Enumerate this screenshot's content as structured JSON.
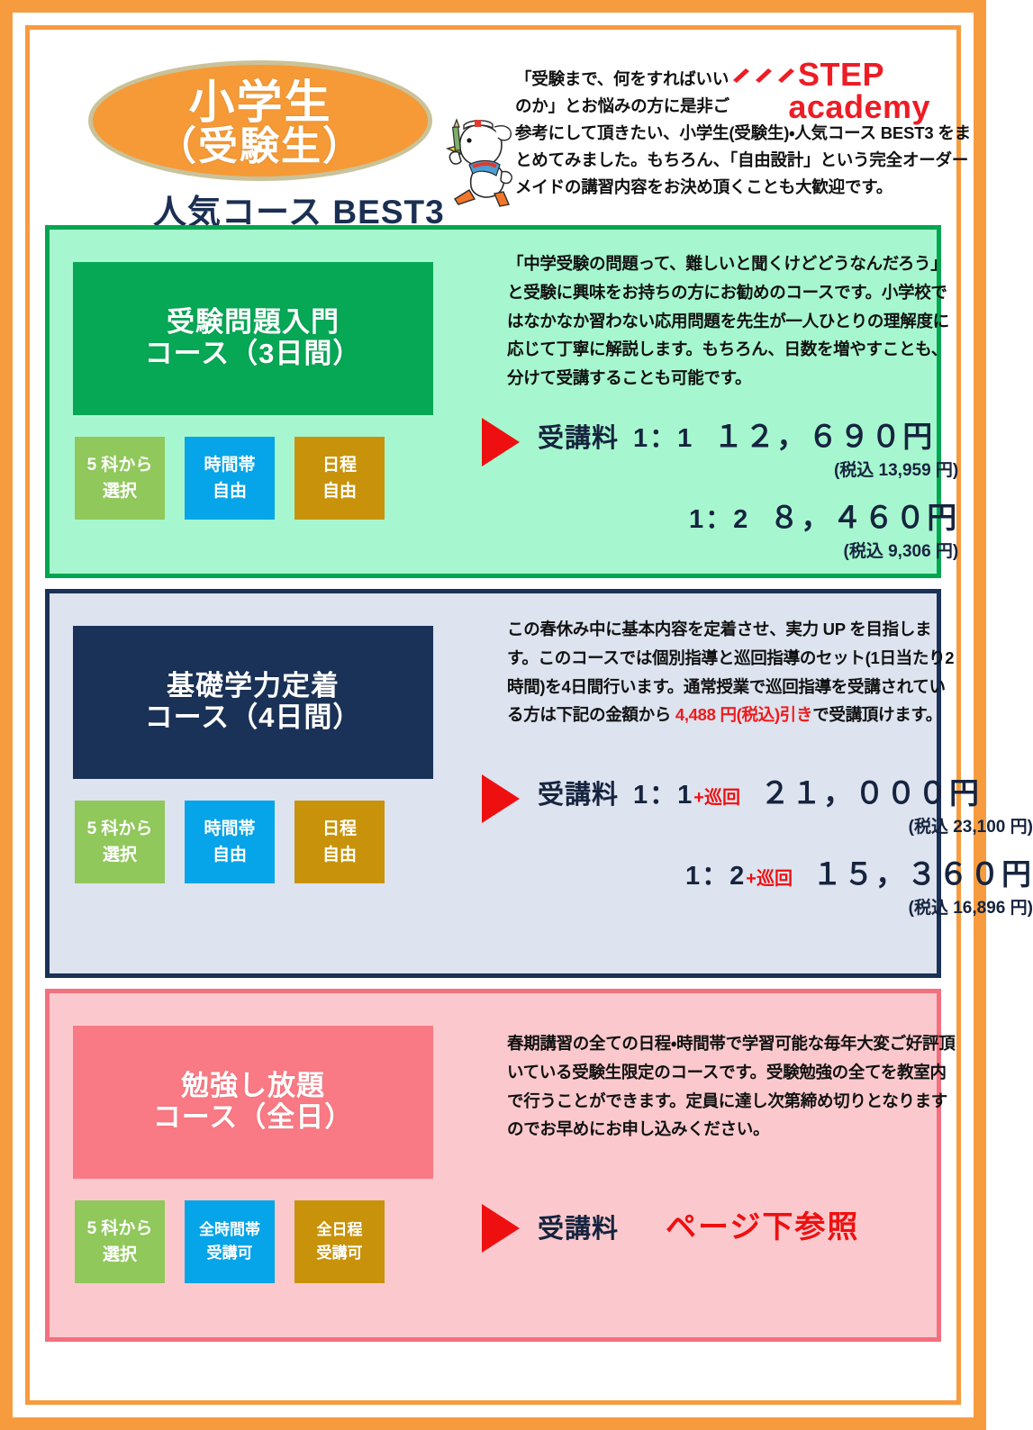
{
  "header": {
    "ellipse_line1": "小学生",
    "ellipse_line2": "（受験生）",
    "best3": "人気コース BEST3",
    "intro_line1": "「受験まで、何をすればいい",
    "intro_line2": "のか」とお悩みの方に是非ご",
    "intro_rest": "参考にして頂きたい、小学生(受験生)・人気コース BEST3 をまとめてみました。もちろん、「自由設計」という完全オーダーメイドの講習内容をお決め頂くことも大歓迎です。",
    "logo_word1": "STEP",
    "logo_word2": "academy",
    "logo_color": "#ee1c25",
    "mascot_name": "duck-mascot"
  },
  "courses": [
    {
      "title_line1": "受験問題入門",
      "title_line2": "コース（3日間）",
      "accent_color": "#06a755",
      "bg_color": "#a6f7cf",
      "badges": [
        {
          "line1": "5 科から",
          "line2": "選択",
          "color": "#90c85b"
        },
        {
          "line1": "時間帯",
          "line2": "自由",
          "color": "#06a4e8"
        },
        {
          "line1": "日程",
          "line2": "自由",
          "color": "#c8930a"
        }
      ],
      "description": "「中学受験の問題って、難しいと聞くけどどうなんだろう」と受験に興味をお持ちの方にお勧めのコースです。小学校ではなかなか習わない応用問題を先生が一人ひとりの理解度に応じて丁寧に解説します。もちろん、日数を増やすことも、分けて受講することも可能です。",
      "price_label": "受講料",
      "prices": [
        {
          "ratio": "1：1",
          "junkai": "",
          "amount": "１２，６９０円",
          "tax": "(税込 13,959 円)"
        },
        {
          "ratio": "1：2",
          "junkai": "",
          "amount": "８，４６０円",
          "tax": "(税込 9,306 円)"
        }
      ]
    },
    {
      "title_line1": "基礎学力定着",
      "title_line2": "コース（4日間）",
      "accent_color": "#1b3258",
      "bg_color": "#dde3ef",
      "badges": [
        {
          "line1": "5 科から",
          "line2": "選択",
          "color": "#90c85b"
        },
        {
          "line1": "時間帯",
          "line2": "自由",
          "color": "#06a4e8"
        },
        {
          "line1": "日程",
          "line2": "自由",
          "color": "#c8930a"
        }
      ],
      "desc_part1": "この春休み中に基本内容を定着させ、実力 UP を目指します。このコースでは個別指導と巡回指導のセット(1日当たり2時間)を4日間行います。通常授業で巡回指導を受講されている方は下記の金額から ",
      "desc_highlight": "4,488 円(税込)引き",
      "desc_part2": "で受講頂けます。",
      "price_label": "受講料",
      "prices": [
        {
          "ratio": "1：1",
          "junkai": "+巡回",
          "amount": "２１，０００円",
          "tax": "(税込 23,100 円)"
        },
        {
          "ratio": "1：2",
          "junkai": "+巡回",
          "amount": "１５，３６０円",
          "tax": "(税込 16,896 円)"
        }
      ]
    },
    {
      "title_line1": "勉強し放題",
      "title_line2": "コース（全日）",
      "accent_color": "#f97a84",
      "bg_color": "#fbc9cd",
      "badges": [
        {
          "line1": "5 科から",
          "line2": "選択",
          "color": "#90c85b"
        },
        {
          "line1": "全時間帯",
          "line2": "受講可",
          "color": "#06a4e8"
        },
        {
          "line1": "全日程",
          "line2": "受講可",
          "color": "#c8930a"
        }
      ],
      "description": "春期講習の全ての日程・時間帯で学習可能な毎年大変ご好評頂いている受験生限定のコースです。受験勉強の全てを教室内で行うことができます。定員に達し次第締め切りとなりますのでお早めにお申し込みください。",
      "price_label": "受講料",
      "price_note": "ページ下参照"
    }
  ],
  "colors": {
    "frame_orange": "#f79b3f",
    "ellipse_orange": "#f59a36",
    "ellipse_border": "#c9c29a",
    "navy_text": "#16243f",
    "red": "#ee1010"
  }
}
